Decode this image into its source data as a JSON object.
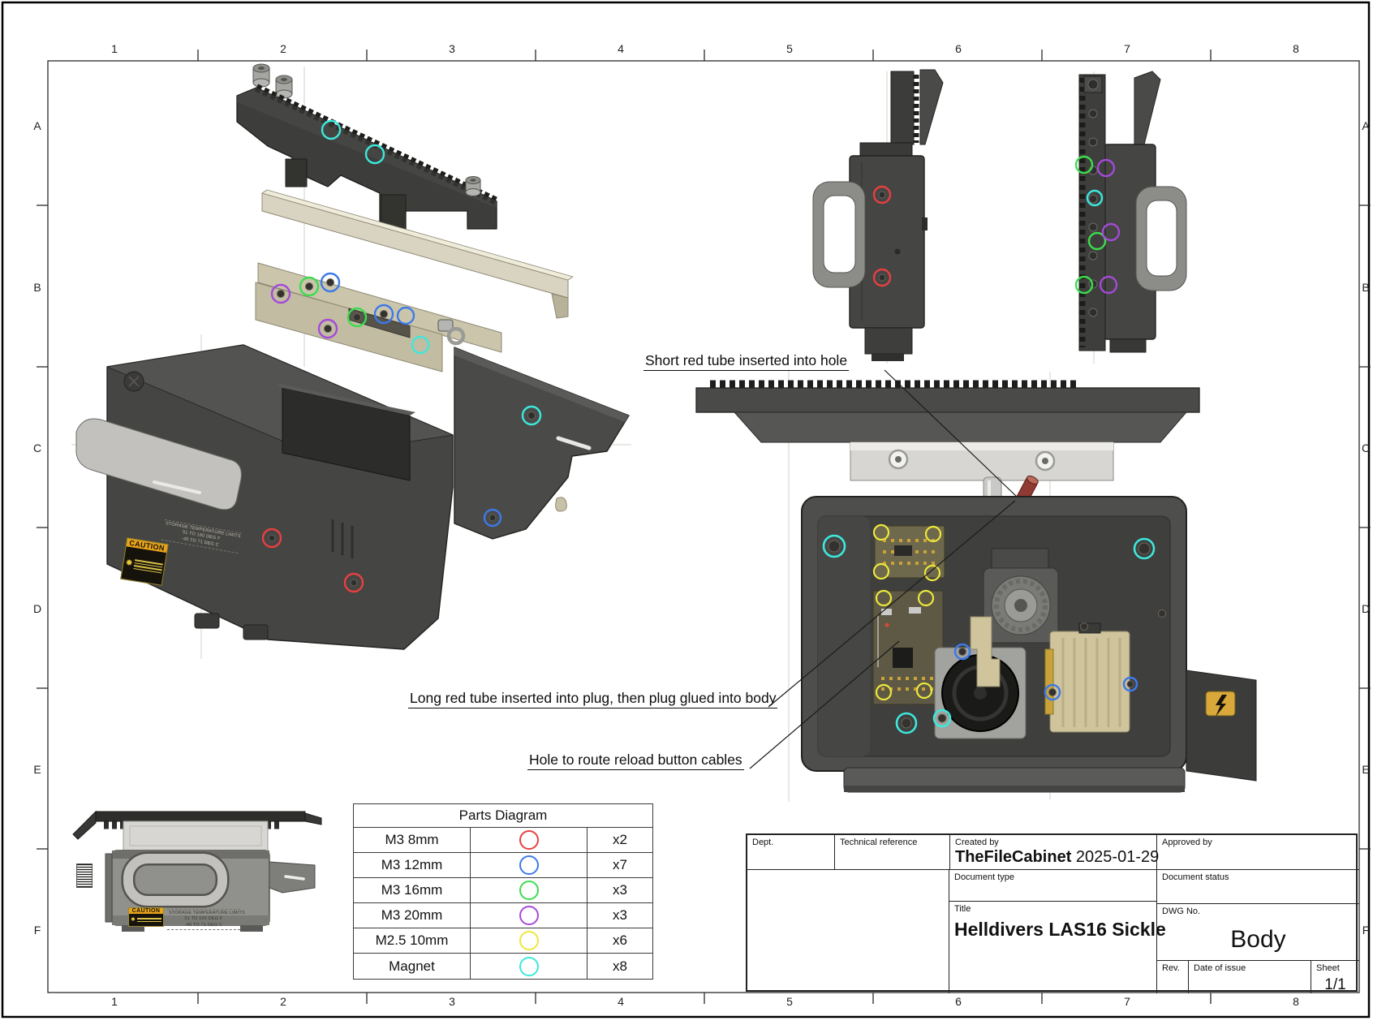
{
  "drawing": {
    "grid": {
      "cols": [
        "1",
        "2",
        "3",
        "4",
        "5",
        "6",
        "7",
        "8"
      ],
      "rows": [
        "A",
        "B",
        "C",
        "D",
        "E",
        "F"
      ]
    },
    "annotations": {
      "short_tube": "Short red tube inserted into hole",
      "long_tube": "Long red tube inserted into plug, then plug glued into body",
      "reload_hole": "Hole to route reload button cables"
    },
    "stickers": {
      "caution": "CAUTION",
      "storage_line1": "STORAGE TEMPERATURE LIMITS",
      "storage_line2": "51 TO 160 DEG F",
      "storage_line3": "-45 TO 71 DEG C"
    }
  },
  "parts_table": {
    "title": "Parts Diagram",
    "rows": [
      {
        "label": "M3 8mm",
        "count": "x2",
        "color": "#e84040"
      },
      {
        "label": "M3 12mm",
        "count": "x7",
        "color": "#3d7ae8"
      },
      {
        "label": "M3 16mm",
        "count": "x3",
        "color": "#3ddc4e"
      },
      {
        "label": "M3 20mm",
        "count": "x3",
        "color": "#a44ad8"
      },
      {
        "label": "M2.5 10mm",
        "count": "x6",
        "color": "#ece83c"
      },
      {
        "label": "Magnet",
        "count": "x8",
        "color": "#3de8dc"
      }
    ]
  },
  "title_block": {
    "dept_label": "Dept.",
    "technical_reference_label": "Technical reference",
    "created_by_label": "Created by",
    "created_by_value": "TheFileCabinet",
    "created_date": "2025-01-29",
    "approved_by_label": "Approved by",
    "document_type_label": "Document type",
    "document_status_label": "Document status",
    "title_label": "Title",
    "title_value": "Helldivers LAS16 Sickle",
    "dwg_label": "DWG No.",
    "dwg_value": "Body",
    "rev_label": "Rev.",
    "date_of_issue_label": "Date of issue",
    "sheet_label": "Sheet",
    "sheet_value": "1/1"
  }
}
